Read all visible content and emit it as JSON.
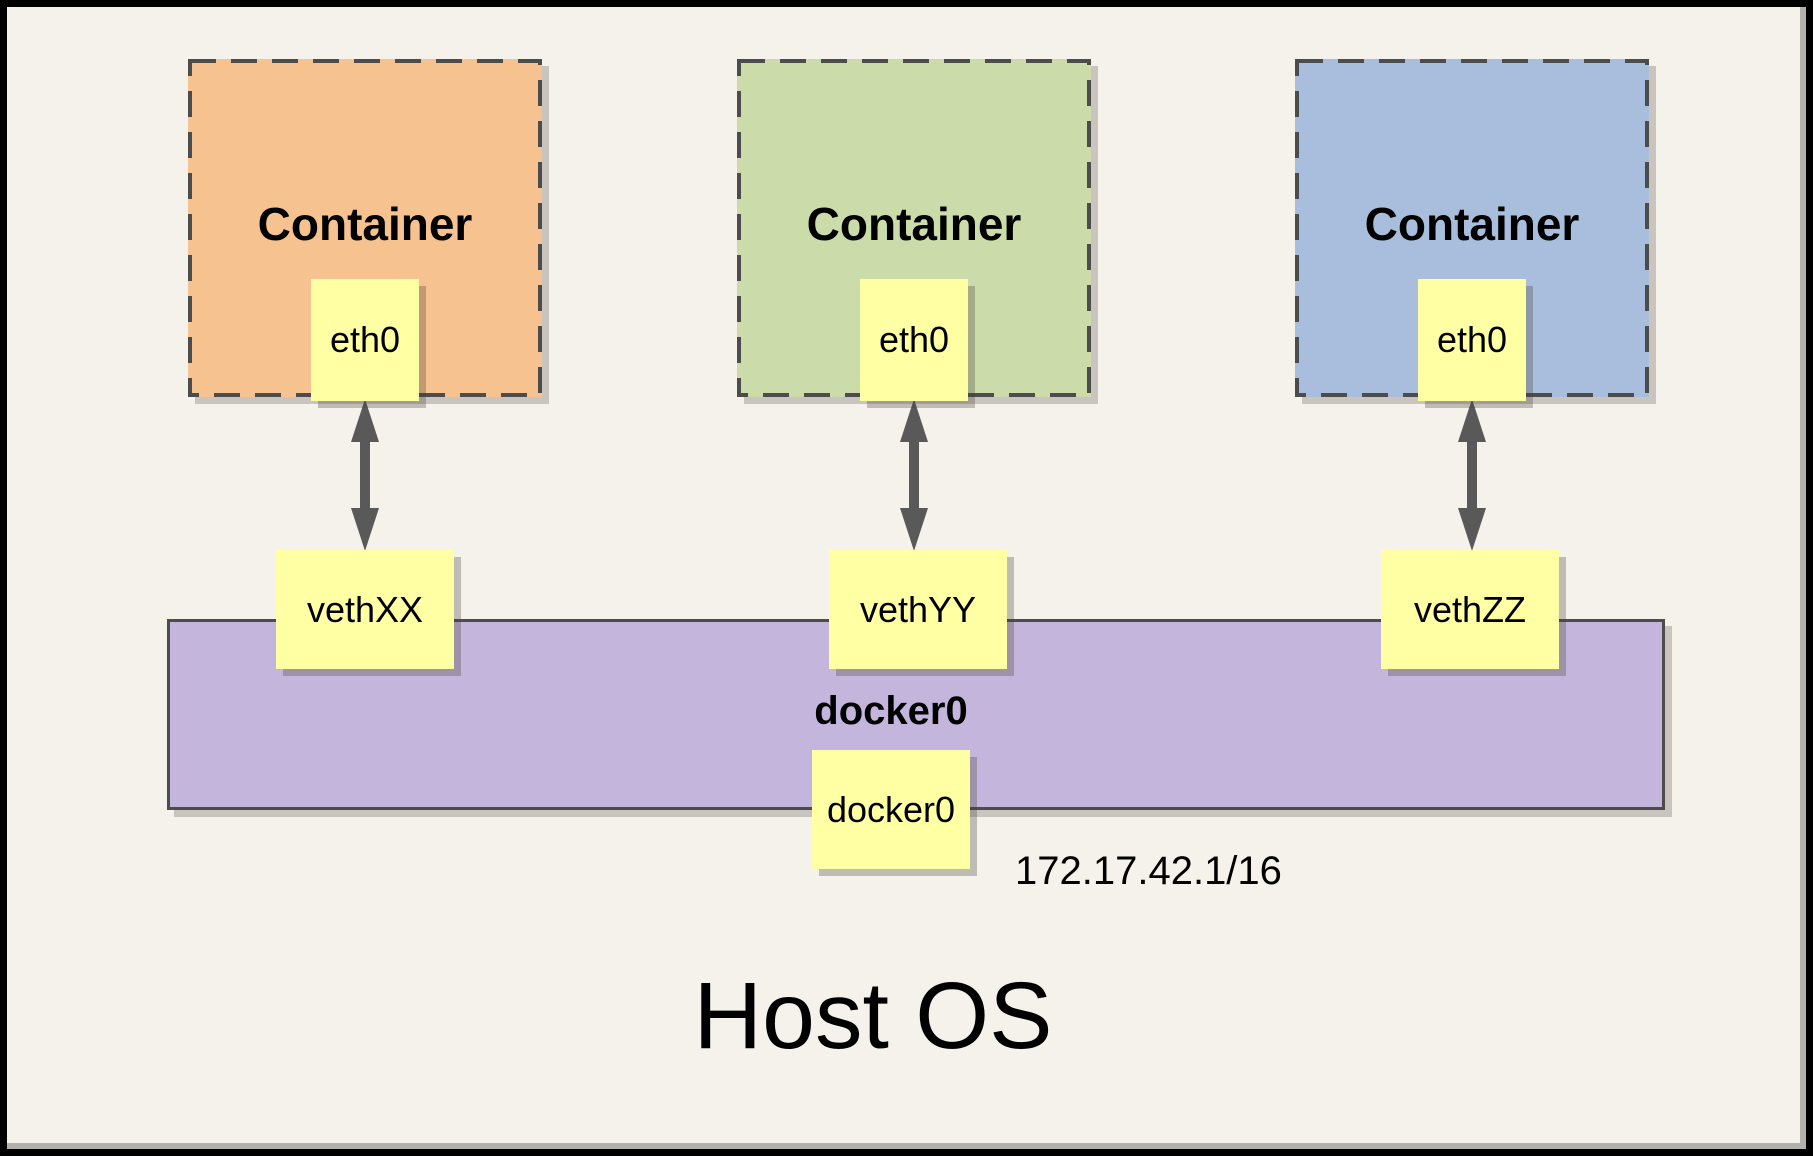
{
  "title": "Host OS",
  "containers": [
    {
      "label": "Container",
      "fill": "#F6C28F",
      "interface_label": "eth0",
      "veth_label": "vethXX"
    },
    {
      "label": "Container",
      "fill": "#CBDBA9",
      "interface_label": "eth0",
      "veth_label": "vethYY"
    },
    {
      "label": "Container",
      "fill": "#A9BEDD",
      "interface_label": "eth0",
      "veth_label": "vethZZ"
    }
  ],
  "bridge": {
    "label": "docker0",
    "fill": "#C4B5DC",
    "interface_label": "docker0",
    "ip_address": "172.17.42.1/16"
  },
  "colors": {
    "background": "#F4F2EB",
    "frame_border": "#000000",
    "node_fill": "#FFFFA4",
    "dashed_border": "#4C4C4C",
    "arrow": "#595959",
    "text": "#000000"
  }
}
